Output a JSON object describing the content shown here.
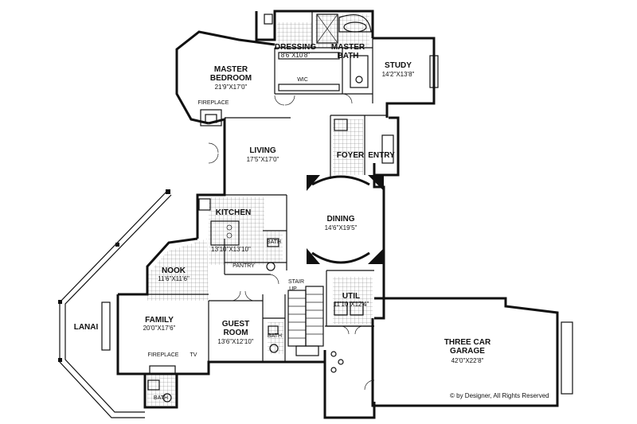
{
  "rooms": {
    "master_bedroom": {
      "name_line1": "MASTER",
      "name_line2": "BEDROOM",
      "dims": "21'9\"X17'0\""
    },
    "dressing": {
      "name": "DRESSING",
      "dims": "8'6\"X10'8\""
    },
    "master_bath": {
      "name_line1": "MASTER",
      "name_line2": "BATH"
    },
    "study": {
      "name": "STUDY",
      "dims": "14'2\"X13'8\""
    },
    "living": {
      "name": "LIVING",
      "dims": "17'5\"X17'0\""
    },
    "foyer": {
      "name": "FOYER"
    },
    "entry": {
      "name": "ENTRY"
    },
    "kitchen": {
      "name": "KITCHEN",
      "dims": "13'10\"X13'10\""
    },
    "dining": {
      "name": "DINING",
      "dims": "14'6\"X19'5\""
    },
    "nook": {
      "name": "NOOK",
      "dims": "11'6\"X11'6\""
    },
    "family": {
      "name": "FAMILY",
      "dims": "20'0\"X17'6\""
    },
    "guest_room": {
      "name_line1": "GUEST",
      "name_line2": "ROOM",
      "dims": "13'6\"X12'10\""
    },
    "util": {
      "name": "UTIL",
      "dims": "11'10\"X12'4\""
    },
    "garage": {
      "name_line1": "THREE CAR",
      "name_line2": "GARAGE",
      "dims": "42'0\"X22'8\""
    },
    "lanai": {
      "name": "LANAI"
    }
  },
  "labels": {
    "wic": "WIC",
    "fireplace_master": "FIREPLACE",
    "fireplace_family": "FIREPLACE",
    "tv": "TV",
    "bath_kitchen": "BATH",
    "pantry": "PANTRY",
    "stair_line1": "STAIR",
    "stair_line2": "UP",
    "bath_guest": "BATH",
    "bath_family": "BATH"
  },
  "copyright": "© by Designer, All Rights Reserved"
}
